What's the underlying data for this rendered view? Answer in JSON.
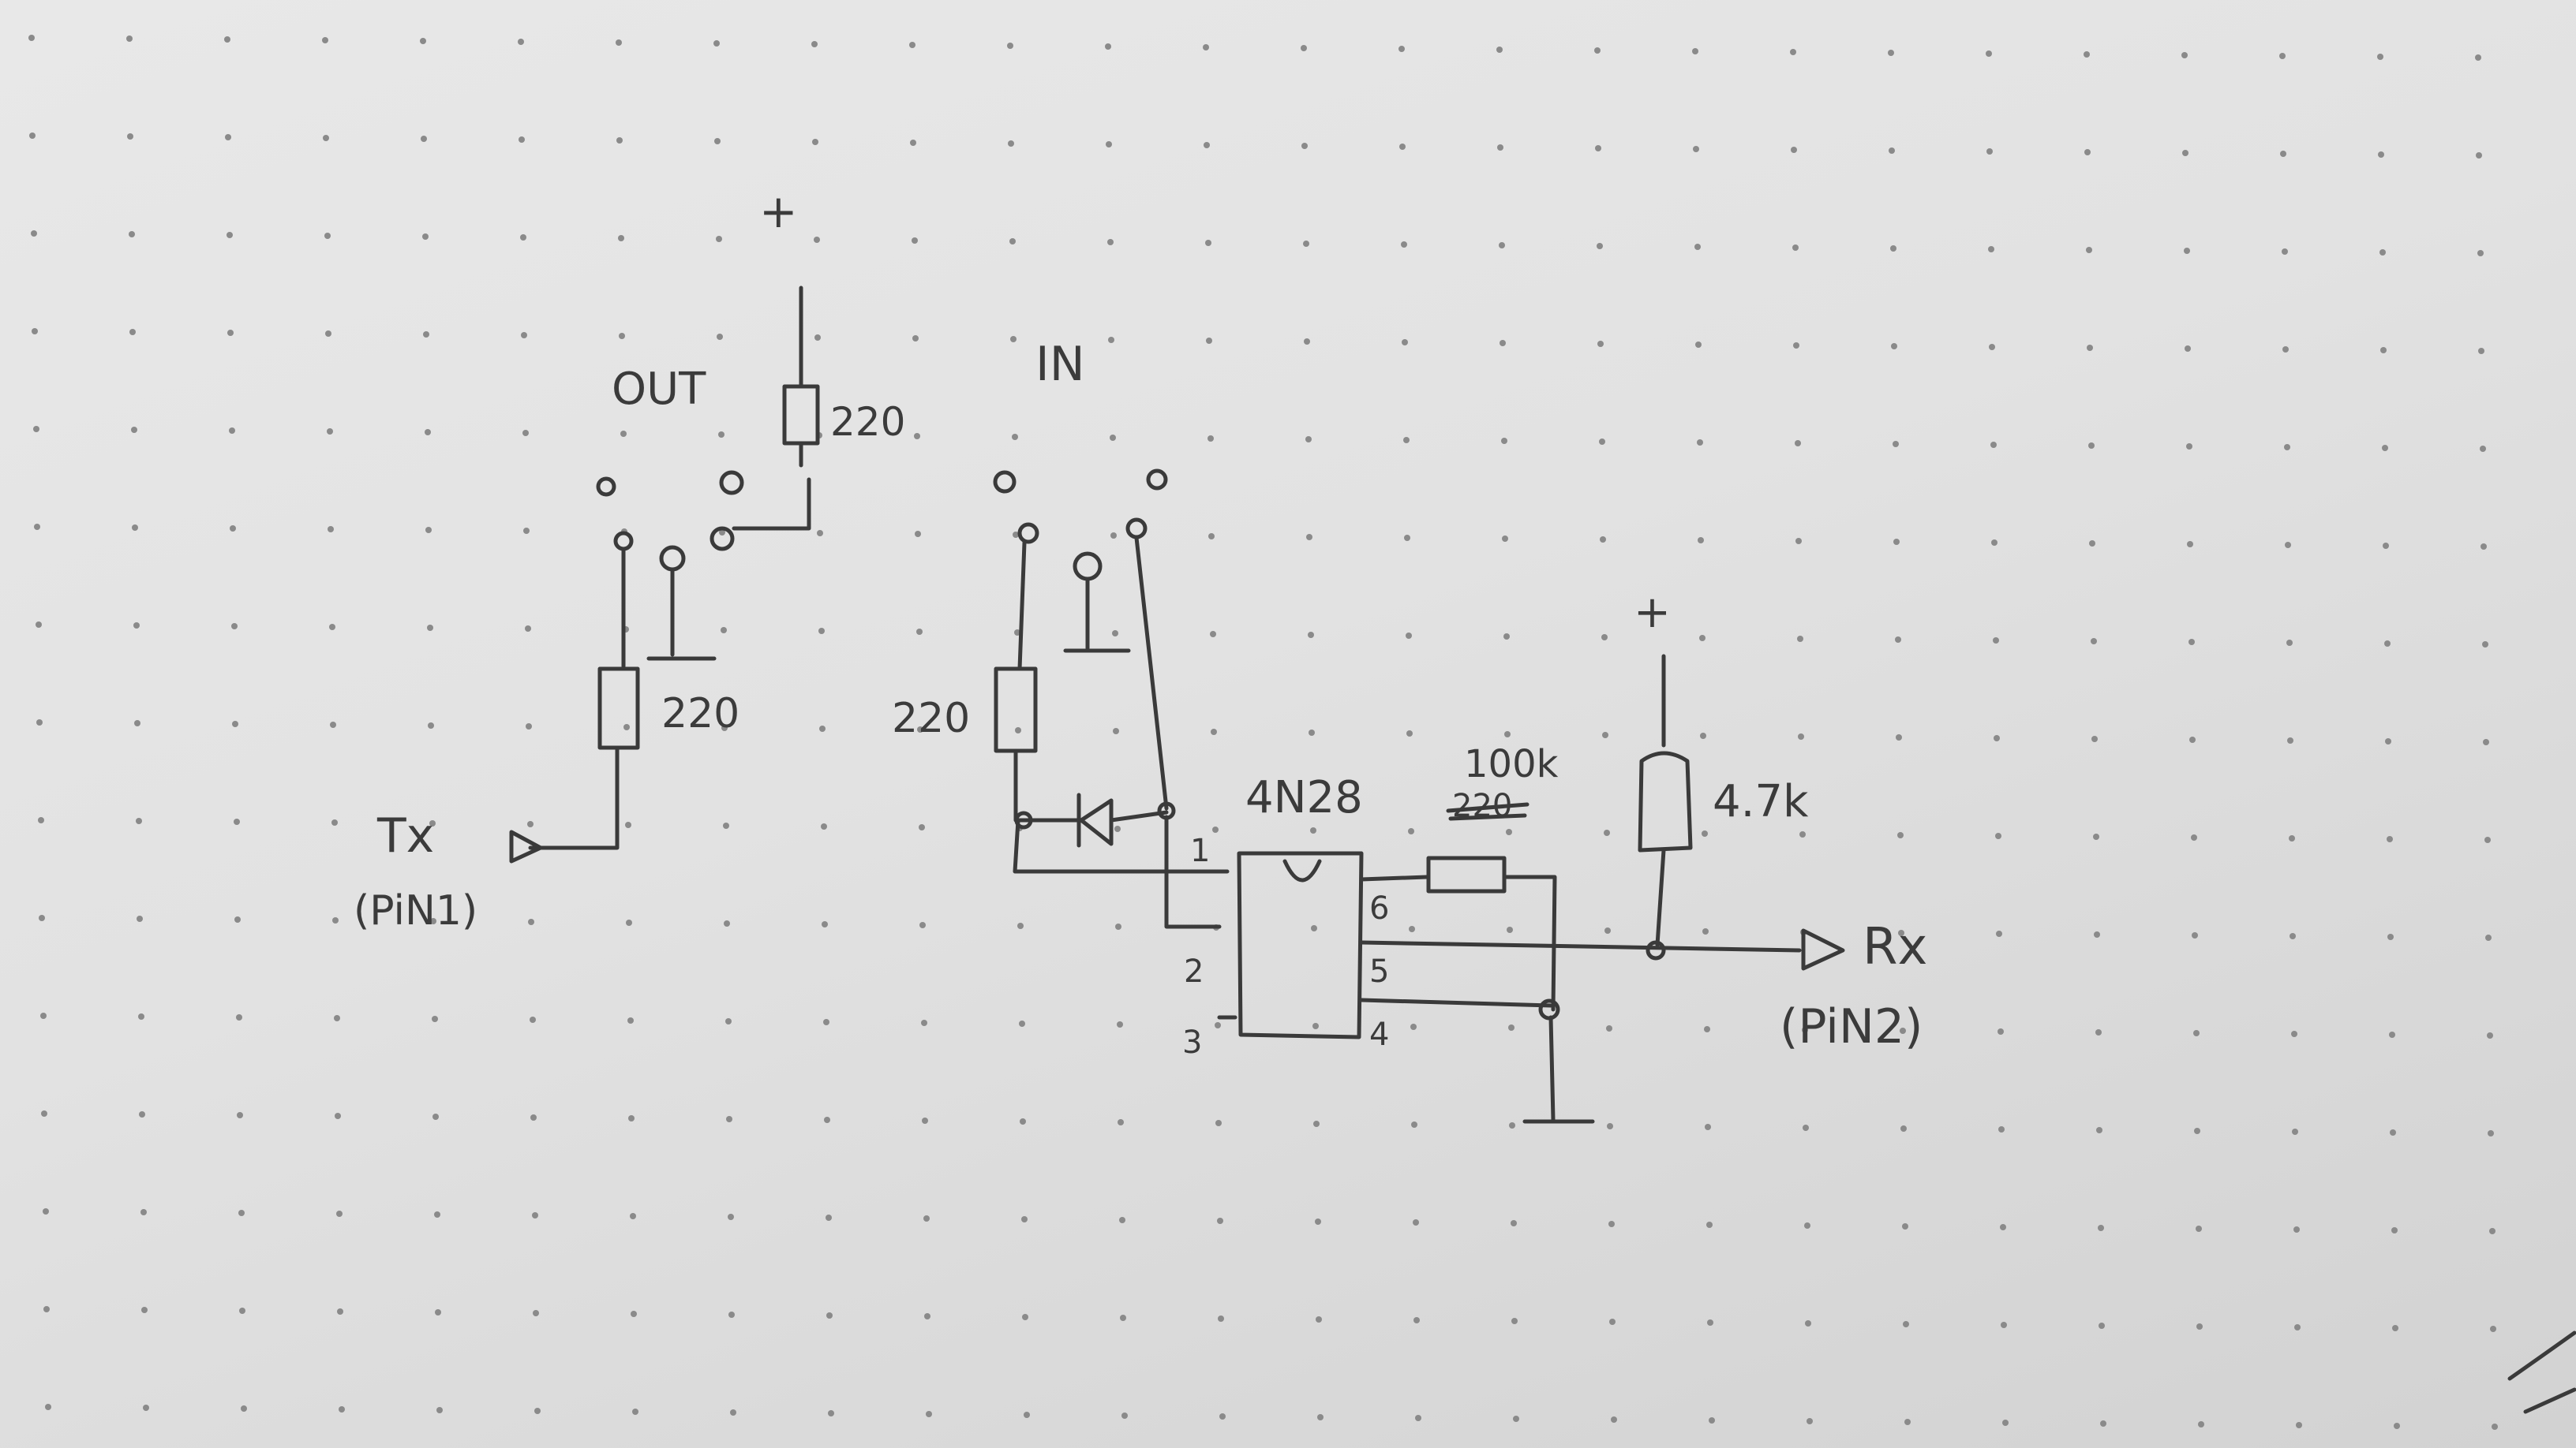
{
  "labels": {
    "plus_top": "+",
    "out": "OUT",
    "in": "IN",
    "r_top": "220",
    "r_out": "220",
    "r_in": "220",
    "tx": "Tx",
    "pin1": "(PiN1)",
    "chip": "4N28",
    "r_base": "100k",
    "r_base_crossed": "220",
    "plus_right": "+",
    "r_pullup": "4.7k",
    "rx": "Rx",
    "pin2": "(PiN2)",
    "pin_1": "1",
    "pin_2": "2",
    "pin_3": "3",
    "pin_4": "4",
    "pin_5": "5",
    "pin_6": "6"
  },
  "colors": {
    "paper": "#e2e2e2",
    "ink": "#3a3a3a",
    "grid_dot": "#8a8a8a"
  }
}
